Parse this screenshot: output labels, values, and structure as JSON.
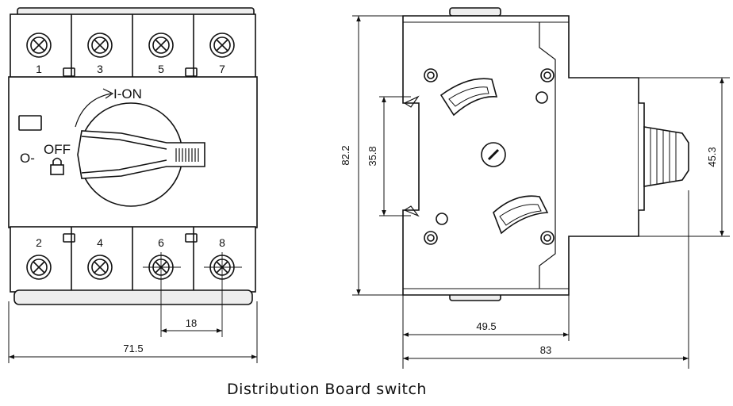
{
  "front_view": {
    "terminal_numbers_top": [
      "1",
      "3",
      "5",
      "7"
    ],
    "terminal_numbers_bottom": [
      "2",
      "4",
      "6",
      "8"
    ],
    "on_label": "I-ON",
    "off_label": "OFF",
    "o_label": "O-"
  },
  "dimensions": {
    "width_front": "71.5",
    "terminal_pitch": "18",
    "height": "82.2",
    "rail_width": "35.8",
    "depth_body": "49.5",
    "depth_total": "83",
    "handle_height": "45.3"
  },
  "caption": "Distribution Board  switch"
}
